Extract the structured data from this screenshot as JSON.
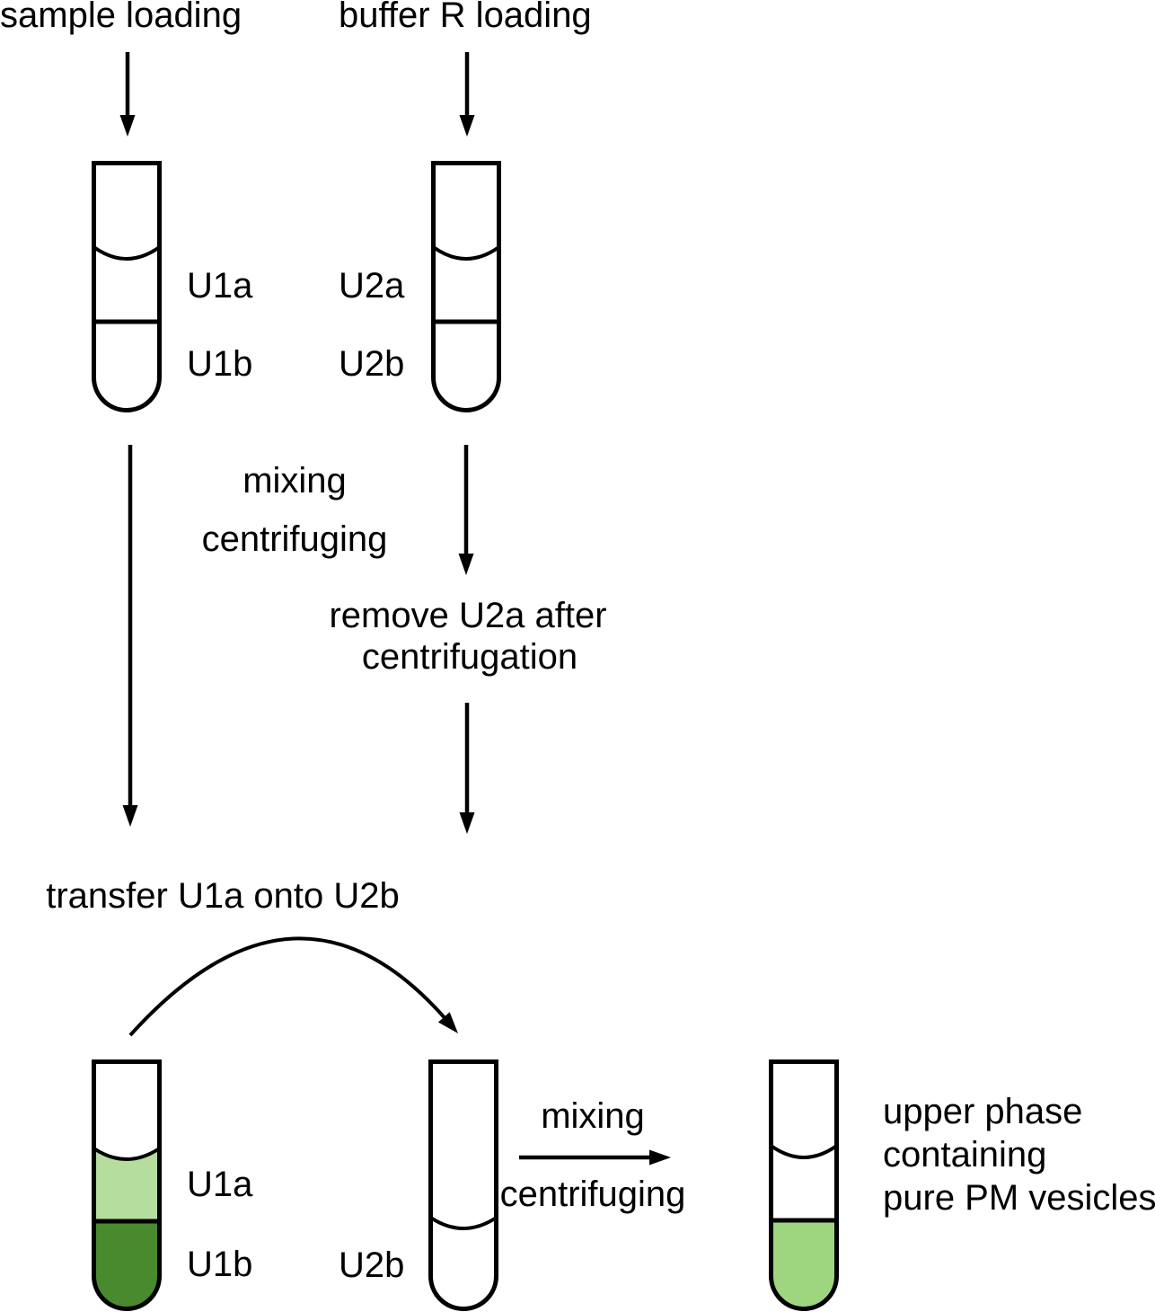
{
  "diagram": {
    "background": "#ffffff",
    "stroke_color": "#000000",
    "colors": {
      "light_green": "#b5dd9d",
      "dark_green": "#4a8a2f",
      "medium_green": "#9ed57f"
    },
    "top": {
      "left_label": "sample loading",
      "right_label": "buffer R loading",
      "tube1": {
        "upper_phase_label": "U1a",
        "lower_phase_label": "U1b"
      },
      "tube2": {
        "upper_phase_label": "U2a",
        "lower_phase_label": "U2b"
      }
    },
    "middle": {
      "mixing_label": "mixing",
      "centrifuging_label": "centrifuging",
      "remove_line1": "remove U2a after",
      "remove_line2": "centrifugation"
    },
    "transfer": {
      "label": "transfer U1a onto U2b"
    },
    "bottom": {
      "tube3": {
        "upper_phase_label": "U1a",
        "lower_phase_label": "U1b"
      },
      "tube4_label": "U2b",
      "mixing_label": "mixing",
      "centrifuging_label": "centrifuging",
      "result_line1": "upper phase",
      "result_line2": "containing",
      "result_line3": "pure PM vesicles"
    }
  }
}
